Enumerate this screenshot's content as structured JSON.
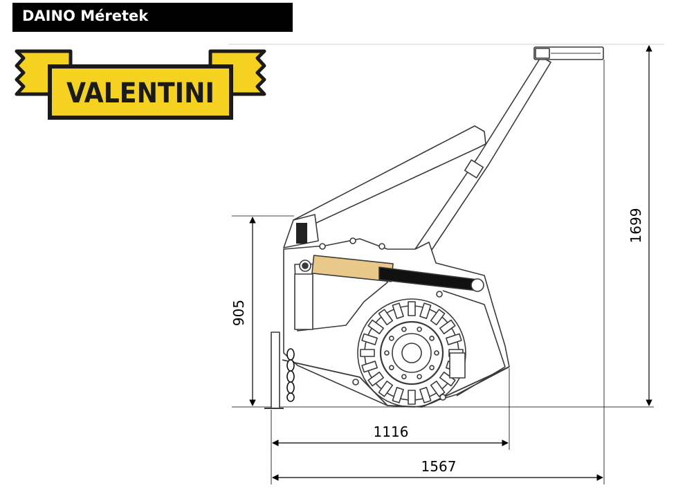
{
  "header": {
    "title": "DAINO Méretek"
  },
  "logo": {
    "brand": "VALENTINI",
    "colors": {
      "yellow": "#f4d21f",
      "outline": "#1a1a1a"
    }
  },
  "dimensions": {
    "overall_length": "1567",
    "working_length": "1116",
    "height_folded": "905",
    "height_max": "1699"
  },
  "colors": {
    "cylinder": "#e8c98a",
    "line": "#3a3a3a"
  }
}
